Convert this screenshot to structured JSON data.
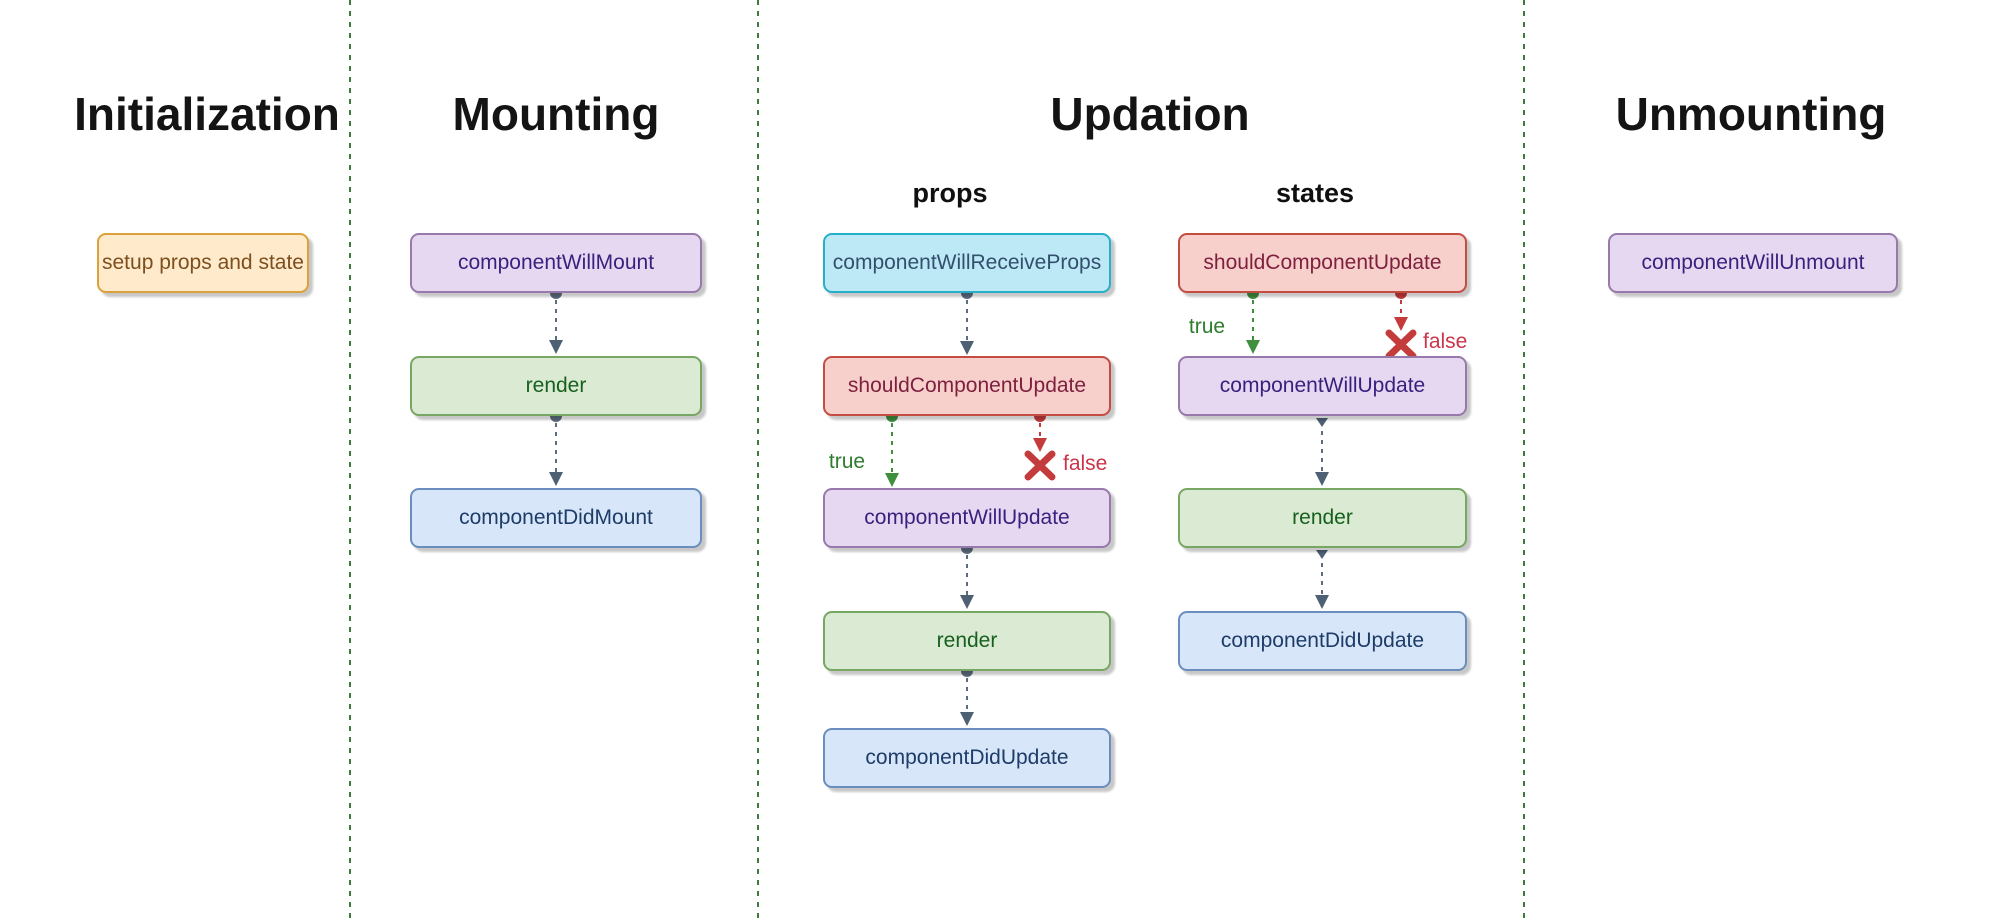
{
  "sections": [
    {
      "title": "Initialization"
    },
    {
      "title": "Mounting"
    },
    {
      "title": "Updation"
    },
    {
      "title": "Unmounting"
    }
  ],
  "updation_columns": [
    {
      "label": "props"
    },
    {
      "label": "states"
    }
  ],
  "nodes": {
    "setup_props_and_state": "setup props and state",
    "component_will_mount": "componentWillMount",
    "render": "render",
    "component_did_mount": "componentDidMount",
    "component_will_receive_props": "componentWillReceiveProps",
    "should_component_update": "shouldComponentUpdate",
    "component_will_update": "componentWillUpdate",
    "component_did_update": "componentDidUpdate",
    "component_will_unmount": "componentWillUnmount"
  },
  "branch_labels": {
    "true_label": "true",
    "false_label": "false"
  },
  "colors": {
    "connector": "#5d6d80",
    "connector_head": "#4e6073",
    "true_branch": "#3f8f3f",
    "true_text": "#2e7d2e",
    "false_branch": "#c43b3b",
    "false_text": "#cb3449",
    "separator": "#3f7b3f",
    "node_orange_fill": "#ffeacc",
    "node_orange_border": "#dba23c",
    "node_orange_text": "#7c4f1d",
    "node_purple_fill": "#e6d8f0",
    "node_purple_border": "#9879ac",
    "node_purple_text": "#3a1f7e",
    "node_green_fill": "#dbead2",
    "node_green_border": "#78a663",
    "node_green_text": "#17611f",
    "node_blue_fill": "#d8e6f9",
    "node_blue_border": "#6c8ebf",
    "node_blue_text": "#1d3c68",
    "node_cyan_fill": "#bde8f5",
    "node_cyan_border": "#27afc8",
    "node_cyan_text": "#32506d",
    "node_red_fill": "#f7d0cc",
    "node_red_border": "#c44d42",
    "node_red_text": "#7e1f3e"
  }
}
